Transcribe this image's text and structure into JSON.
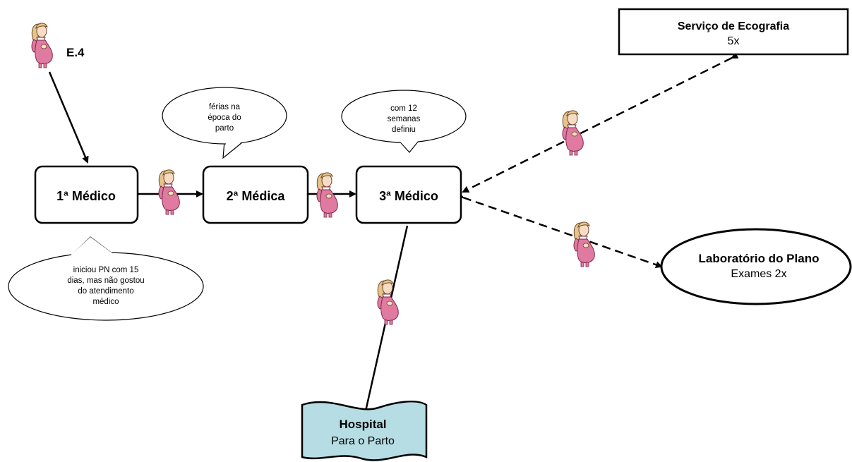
{
  "case_label": "E.4",
  "nodes": {
    "medico1": "1ª Médico",
    "medica2": "2ª Médica",
    "medico3": "3ª Médico",
    "ecografia": {
      "title": "Serviço de Ecografia",
      "detail": "5x"
    },
    "laboratorio": {
      "title": "Laboratório do Plano",
      "detail": "Exames 2x"
    },
    "hospital": {
      "title": "Hospital",
      "detail": "Para o Parto"
    }
  },
  "notes": {
    "medico1": [
      "iniciou PN com 15",
      "dias, mas não gostou",
      "do atendimento",
      "médico"
    ],
    "medica2": [
      "férias na",
      "época do",
      "parto"
    ],
    "medico3": [
      "com 12",
      "semanas",
      "definiu"
    ]
  },
  "icons": {
    "pregnant_woman": "pregnant-woman-icon"
  },
  "colors": {
    "hospital_fill": "#b7dde4",
    "woman_dress": "#e07aa0",
    "woman_hair": "#e7c48a"
  }
}
